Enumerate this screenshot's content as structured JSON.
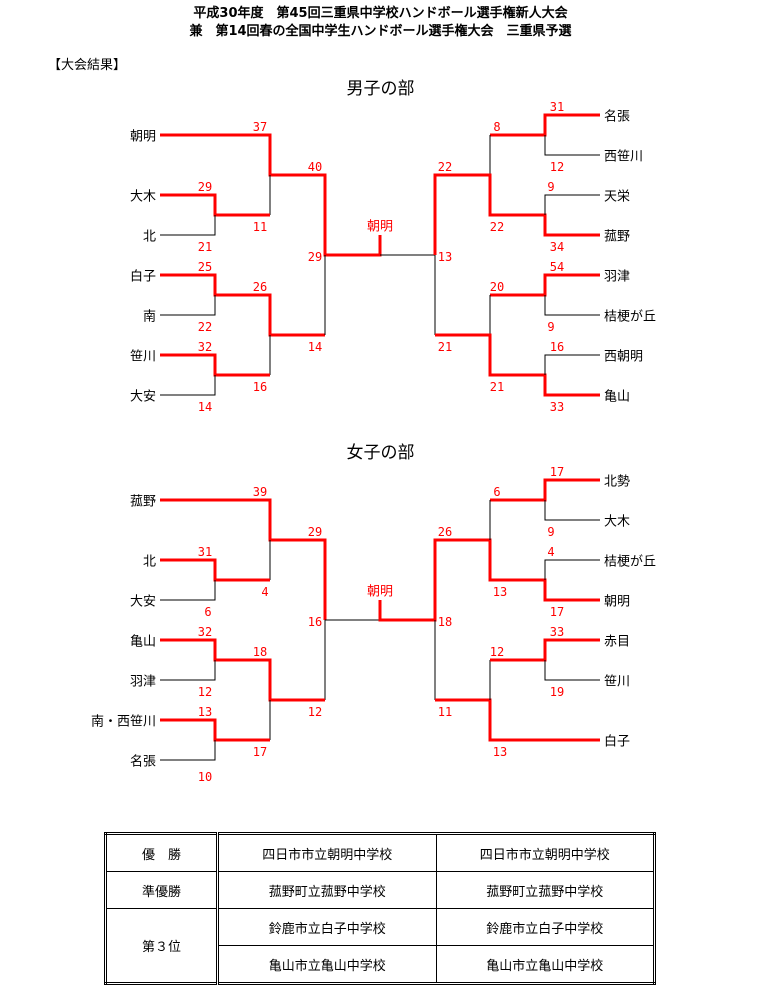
{
  "header": {
    "line1": "平成30年度　第45回三重県中学校ハンドボール選手権新人大会",
    "line2": "兼　第14回春の全国中学生ハンドボール選手権大会　三重県予選",
    "section": "【大会結果】"
  },
  "colors": {
    "winner": "#ff0000",
    "loser": "#000000"
  },
  "men": {
    "title": "男子の部",
    "champion": "朝明",
    "teams_left": [
      "朝明",
      "大木",
      "北",
      "白子",
      "南",
      "笹川",
      "大安"
    ],
    "teams_right": [
      "名張",
      "西笹川",
      "天栄",
      "菰野",
      "羽津",
      "桔梗が丘",
      "西朝明",
      "亀山"
    ],
    "scores_left": [
      "37",
      "29",
      "11",
      "21",
      "25",
      "26",
      "22",
      "32",
      "16",
      "14",
      "40",
      "29",
      "14"
    ],
    "scores_right": [
      "31",
      "12",
      "8",
      "22",
      "9",
      "22",
      "34",
      "13",
      "54",
      "20",
      "9",
      "21",
      "16",
      "21",
      "33"
    ]
  },
  "women": {
    "title": "女子の部",
    "champion": "朝明",
    "teams_left": [
      "菰野",
      "北",
      "大安",
      "亀山",
      "羽津",
      "南・西笹川",
      "名張"
    ],
    "teams_right": [
      "北勢",
      "大木",
      "桔梗が丘",
      "朝明",
      "赤目",
      "笹川",
      "白子"
    ],
    "scores_left": [
      "39",
      "31",
      "4",
      "6",
      "32",
      "18",
      "12",
      "13",
      "17",
      "10",
      "29",
      "16",
      "12"
    ],
    "scores_right": [
      "17",
      "9",
      "6",
      "26",
      "4",
      "13",
      "17",
      "18",
      "33",
      "12",
      "19",
      "11",
      "13"
    ]
  },
  "results": [
    {
      "place": "優　勝",
      "men": "四日市市立朝明中学校",
      "women": "四日市市立朝明中学校"
    },
    {
      "place": "準優勝",
      "men": "菰野町立菰野中学校",
      "women": "菰野町立菰野中学校"
    },
    {
      "place": "第３位",
      "men": "鈴鹿市立白子中学校",
      "women": "鈴鹿市立白子中学校"
    },
    {
      "place": "",
      "men": "亀山市立亀山中学校",
      "women": "亀山市立亀山中学校"
    }
  ]
}
